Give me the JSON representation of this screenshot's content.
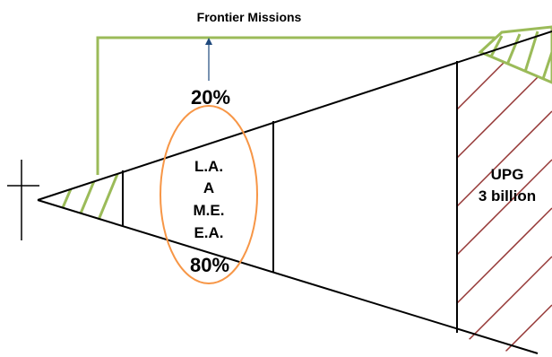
{
  "diagram": {
    "frontier_label": "Frontier Missions",
    "top_percent": "20%",
    "regions": [
      "L.A.",
      "A",
      "M.E.",
      "E.A."
    ],
    "bottom_percent": "80%",
    "upg_label": "UPG",
    "upg_count": "3 billion"
  },
  "colors": {
    "outline": "#000000",
    "frontier_green": "#9bbb59",
    "arrow_blue": "#1f497d",
    "ellipse_orange": "#f79646",
    "hatch_red": "#953735"
  }
}
